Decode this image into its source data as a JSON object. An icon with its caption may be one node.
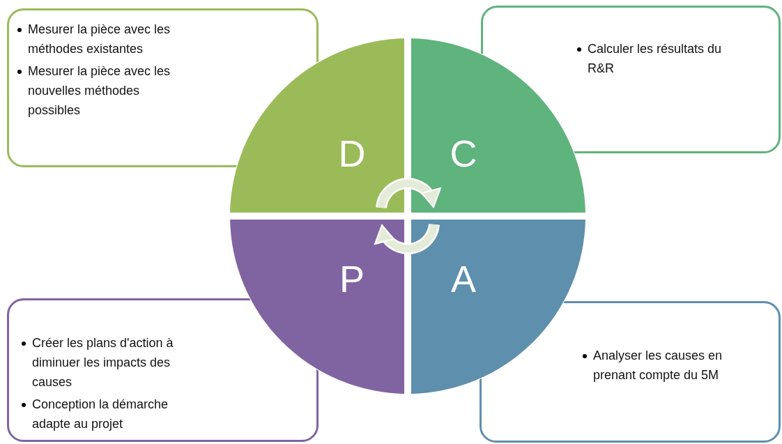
{
  "diagram": {
    "nodes": [
      {
        "text": [
          "Mesurer la pièce avec les méthodes existantes",
          "Mesurer la pièce avec les nouvelles méthodes possibles"
        ]
      },
      {
        "text": [
          "Calculer les résultats du R&R"
        ]
      },
      {
        "text": [
          "D"
        ]
      },
      {
        "text": [
          "C"
        ]
      },
      {
        "text": [
          "P"
        ]
      },
      {
        "text": [
          "A"
        ]
      },
      {
        "text": [
          "Créer les plans d'action à diminuer les impacts des causes",
          "Conception la démarche adapte au projet"
        ]
      },
      {
        "text": [
          "Analyser les causes en prenant compte du 5M"
        ]
      }
    ],
    "edges": []
  }
}
